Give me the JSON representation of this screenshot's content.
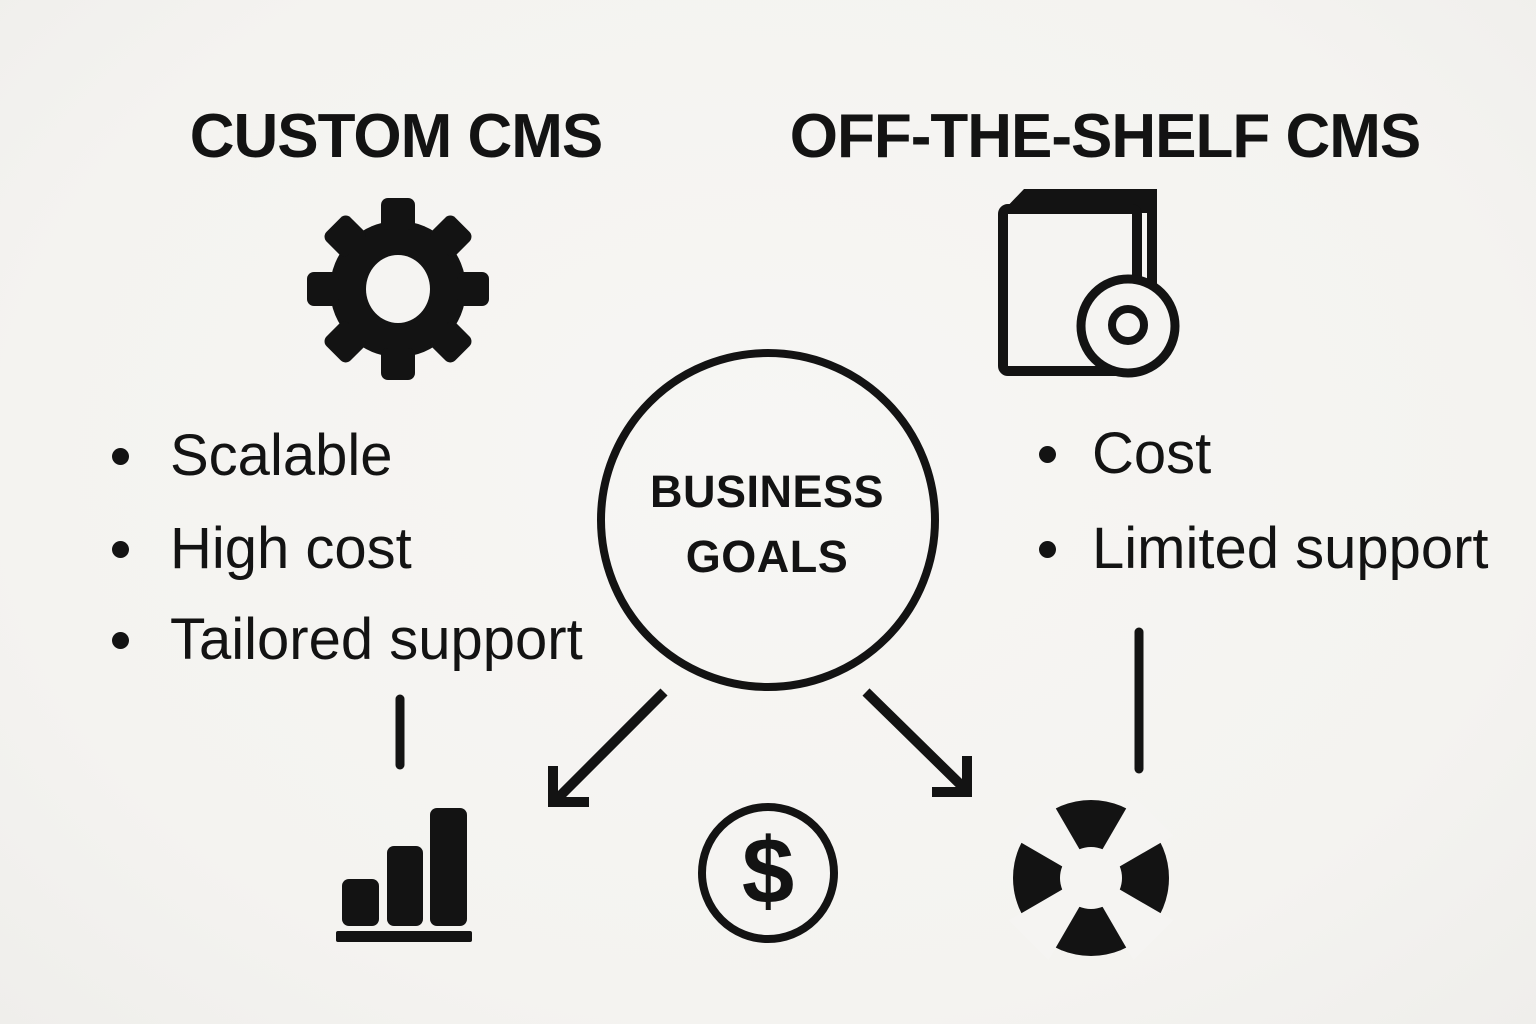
{
  "colors": {
    "background": "#f5f4f2",
    "ink": "#131313"
  },
  "left_panel": {
    "title": "CUSTOM CMS",
    "icon": "gear-icon",
    "bullets": [
      "Scalable",
      "High cost",
      "Tailored support"
    ]
  },
  "right_panel": {
    "title": "OFF-THE-SHELF CMS",
    "icon": "software-box-icon",
    "bullets": [
      "Cost",
      "Limited support"
    ]
  },
  "center_node": {
    "line1": "BUSINESS",
    "line2": "GOALS"
  },
  "bottom_row": {
    "icons": [
      "bar-chart-icon",
      "dollar-coin-icon",
      "life-ring-icon"
    ],
    "dollar_symbol": "$"
  },
  "connectors": [
    "left-connector-line",
    "down-left-arrow",
    "down-right-arrow",
    "right-connector-line"
  ]
}
